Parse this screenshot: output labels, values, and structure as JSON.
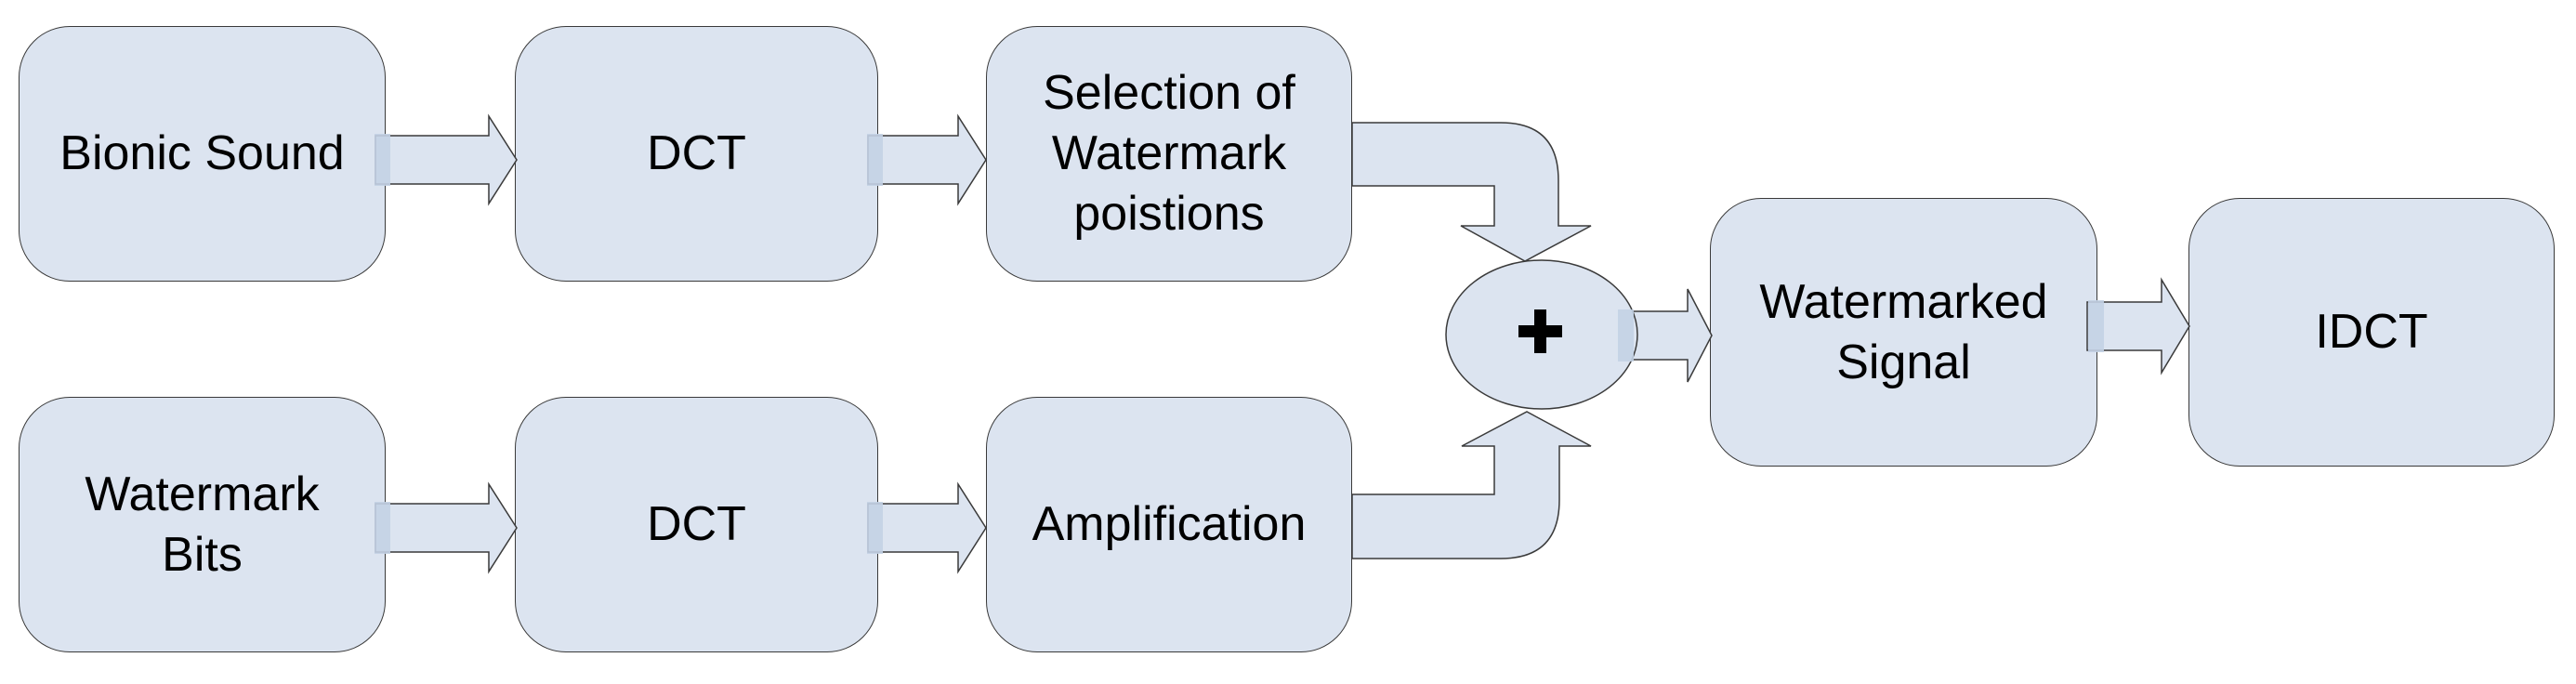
{
  "diagram": {
    "background_color": "#ffffff",
    "node_fill_color": "#dce4f0",
    "node_border_color": "#3a3a3a",
    "connector_fill_color": "#dce4f0",
    "connector_tab_color": "#c3d1e4",
    "text_color": "#000000",
    "operator_symbol": "+",
    "nodes": [
      {
        "id": "bionic-sound",
        "label": "Bionic Sound"
      },
      {
        "id": "dct-top",
        "label": "DCT"
      },
      {
        "id": "selection-of-watermark-positions",
        "label": "Selection of\nWatermark\npoistions"
      },
      {
        "id": "watermark-bits",
        "label": "Watermark\nBits"
      },
      {
        "id": "dct-bottom",
        "label": "DCT"
      },
      {
        "id": "amplification",
        "label": "Amplification"
      },
      {
        "id": "watermarked-signal",
        "label": "Watermarked\nSignal"
      },
      {
        "id": "idct",
        "label": "IDCT"
      }
    ]
  }
}
